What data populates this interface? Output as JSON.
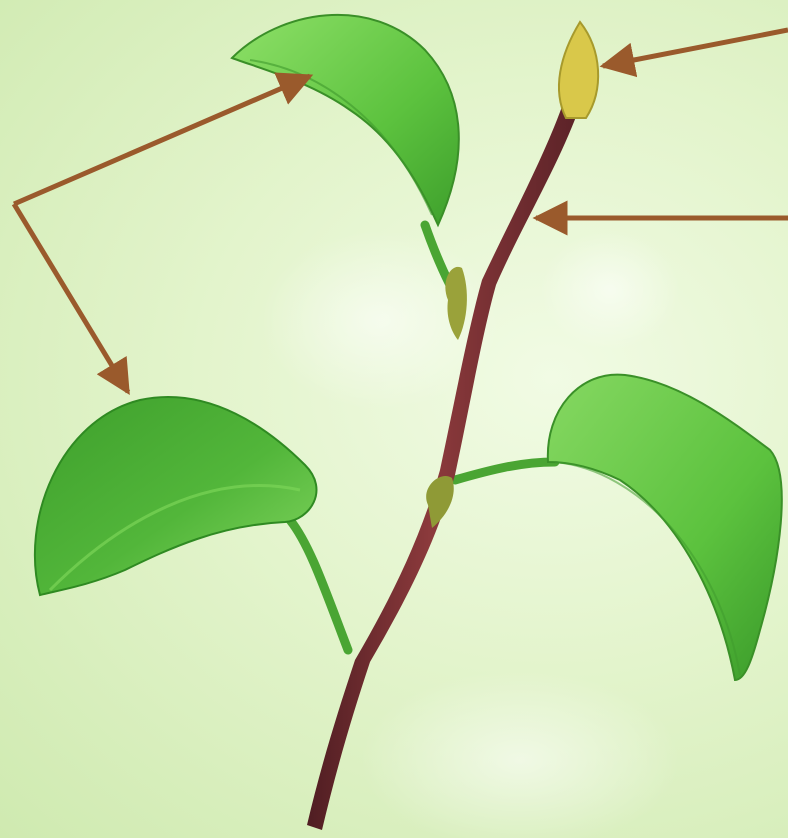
{
  "diagram": {
    "subject": "shoot-with-leaves",
    "labels": [],
    "colors": {
      "background": "#e6f5d2",
      "stem": "#6e2a2e",
      "stem_highlight": "#8c3a3c",
      "leaf_light": "#7fd95a",
      "leaf_mid": "#5cc23e",
      "leaf_dark": "#3e9f2c",
      "bud": "#d9c84a",
      "arrow": "#9a5a2c"
    },
    "arrows": [
      {
        "name": "arrow-to-terminal-bud",
        "target": "terminal-bud"
      },
      {
        "name": "arrow-to-stem",
        "target": "stem"
      },
      {
        "name": "arrow-to-top-leaf",
        "target": "top-leaf"
      },
      {
        "name": "arrow-to-left-leaf",
        "target": "left-leaf"
      }
    ]
  }
}
